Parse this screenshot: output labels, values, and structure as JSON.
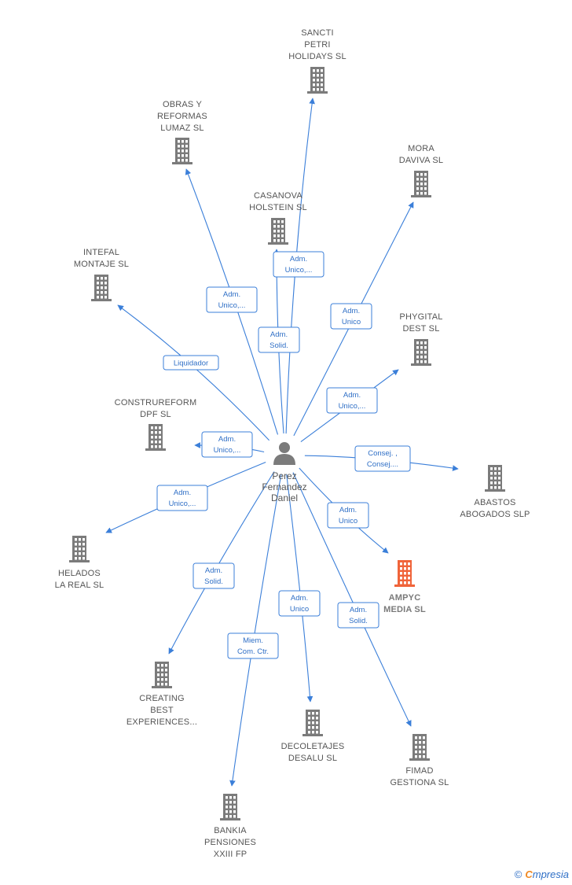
{
  "colors": {
    "edge": "#3b7fd9",
    "node_building": "#7b7b7b",
    "node_highlight": "#f0643a",
    "label_text": "#555555",
    "brand_orange": "#f08a24",
    "brand_blue": "#2f6fc6"
  },
  "center": {
    "lines": [
      "Perez",
      "Fernandez",
      "Daniel"
    ],
    "icon": "person-icon"
  },
  "nodes": [
    {
      "id": "sancti",
      "lines": [
        "SANCTI",
        "PETRI",
        "HOLIDAYS  SL"
      ],
      "icon": "building-icon",
      "highlight": false
    },
    {
      "id": "obras",
      "lines": [
        "OBRAS Y",
        "REFORMAS",
        "LUMAZ  SL"
      ],
      "icon": "building-icon",
      "highlight": false
    },
    {
      "id": "mora",
      "lines": [
        "MORA",
        "DAVIVA SL"
      ],
      "icon": "building-icon",
      "highlight": false
    },
    {
      "id": "casanova",
      "lines": [
        "CASANOVA",
        "HOLSTEIN  SL"
      ],
      "icon": "building-icon",
      "highlight": false
    },
    {
      "id": "intefal",
      "lines": [
        "INTEFAL",
        "MONTAJE SL"
      ],
      "icon": "building-icon",
      "highlight": false
    },
    {
      "id": "phygital",
      "lines": [
        "PHYGITAL",
        "DEST  SL"
      ],
      "icon": "building-icon",
      "highlight": false
    },
    {
      "id": "construreform",
      "lines": [
        "CONSTRUREFORM",
        "DPF  SL"
      ],
      "icon": "building-icon",
      "highlight": false
    },
    {
      "id": "abastos",
      "lines": [
        "ABASTOS",
        "ABOGADOS SLP"
      ],
      "icon": "building-icon",
      "highlight": false
    },
    {
      "id": "helados",
      "lines": [
        "HELADOS",
        "LA REAL  SL"
      ],
      "icon": "building-icon",
      "highlight": false
    },
    {
      "id": "ampyc",
      "lines": [
        "AMPYC",
        "MEDIA  SL"
      ],
      "icon": "building-icon",
      "highlight": true
    },
    {
      "id": "creating",
      "lines": [
        "CREATING",
        "BEST",
        "EXPERIENCES..."
      ],
      "icon": "building-icon",
      "highlight": false
    },
    {
      "id": "decoletajes",
      "lines": [
        "DECOLETAJES",
        "DESALU SL"
      ],
      "icon": "building-icon",
      "highlight": false
    },
    {
      "id": "fimad",
      "lines": [
        "FIMAD",
        "GESTIONA  SL"
      ],
      "icon": "building-icon",
      "highlight": false
    },
    {
      "id": "bankia",
      "lines": [
        "BANKIA",
        "PENSIONES",
        "XXIII FP"
      ],
      "icon": "building-icon",
      "highlight": false
    }
  ],
  "edges": [
    {
      "to": "sancti",
      "label": [
        "Adm.",
        "Unico,..."
      ]
    },
    {
      "to": "obras",
      "label": [
        "Adm.",
        "Unico,..."
      ]
    },
    {
      "to": "mora",
      "label": [
        "Adm.",
        "Unico"
      ]
    },
    {
      "to": "casanova",
      "label": [
        "Adm.",
        "Solid."
      ]
    },
    {
      "to": "intefal",
      "label": [
        "Liquidador"
      ]
    },
    {
      "to": "phygital",
      "label": [
        "Adm.",
        "Unico,..."
      ]
    },
    {
      "to": "construreform",
      "label": [
        "Adm.",
        "Unico,..."
      ]
    },
    {
      "to": "abastos",
      "label": [
        "Consej. ,",
        "Consej...."
      ]
    },
    {
      "to": "helados",
      "label": [
        "Adm.",
        "Unico,..."
      ]
    },
    {
      "to": "ampyc",
      "label": [
        "Adm.",
        "Unico"
      ]
    },
    {
      "to": "creating",
      "label": [
        "Adm.",
        "Solid."
      ]
    },
    {
      "to": "decoletajes",
      "label": [
        "Adm.",
        "Unico"
      ]
    },
    {
      "to": "fimad",
      "label": [
        "Adm.",
        "Solid."
      ]
    },
    {
      "to": "bankia",
      "label": [
        "Miem.",
        "Com. Ctr."
      ]
    }
  ],
  "footer": {
    "copyright": "©",
    "brand_first": "C",
    "brand_rest": "mpresia"
  }
}
